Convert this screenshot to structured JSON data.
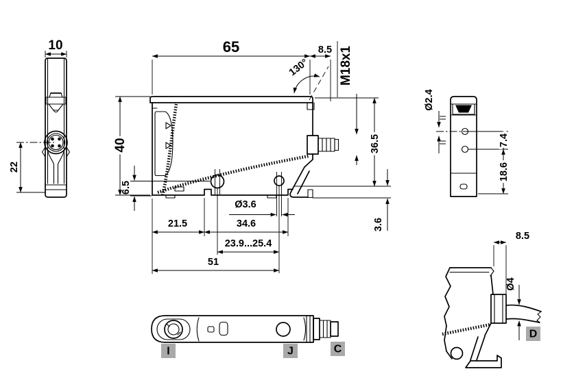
{
  "dims": {
    "front": {
      "width": "10",
      "connector_to_bottom": "22"
    },
    "side": {
      "length": "65",
      "connector_offset": "8.5",
      "connector_angle": "130°",
      "connector_thread": "M18x1",
      "height": "40",
      "hole_to_bottom": "6.5",
      "mounting_hole_dia": "Ø3.6",
      "edge_to_slot": "21.5",
      "slot_width": "34.6",
      "hole_spacing": "23.9...25.4",
      "edge_to_hole": "51",
      "body_height": "36.5",
      "foot_thickness": "3.6"
    },
    "rear": {
      "optic_dia": "Ø2.4",
      "hole_pitch": "7.4",
      "hole_to_bottom": "18.6"
    },
    "cable": {
      "rear_offset": "8.5",
      "cable_dia": "Ø4"
    }
  },
  "markers": {
    "i": "I",
    "j": "J",
    "c": "C",
    "d": "D"
  },
  "colors": {
    "line": "#000000",
    "marker_bg": "#a9a9a9",
    "marker_text": "#ffffff",
    "background": "#ffffff"
  }
}
